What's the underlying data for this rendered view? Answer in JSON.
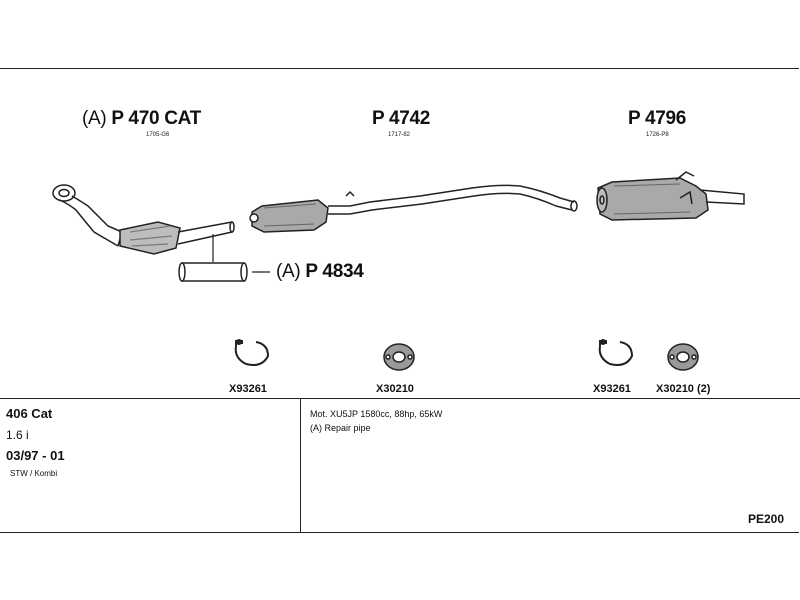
{
  "parts": {
    "cat": {
      "prefix": "(A)",
      "number": "P 470 CAT",
      "oem": "1705-G6"
    },
    "middle": {
      "number": "P 4742",
      "oem": "1717-82"
    },
    "rear": {
      "number": "P 4796",
      "oem": "1726-P8"
    },
    "repair": {
      "prefix": "(A)",
      "number": "P 4834"
    }
  },
  "accessories": [
    {
      "code": "X93261",
      "icon": "clamp-icon"
    },
    {
      "code": "X30210",
      "icon": "gasket-icon"
    },
    {
      "code": "X93261",
      "icon": "clamp-icon"
    },
    {
      "code": "X30210 (2)",
      "icon": "gasket-icon"
    }
  ],
  "vehicle": {
    "model": "406 Cat",
    "engine": "1.6 i",
    "years": "03/97 - 01",
    "body": "STW / Kombi"
  },
  "notes": {
    "engine_spec": "Mot. XU5JP 1580cc, 88hp, 65kW",
    "repair_note": "(A) Repair pipe"
  },
  "diagram_code": "PE200",
  "colors": {
    "line": "#222222",
    "shade": "#9a9a9a"
  }
}
